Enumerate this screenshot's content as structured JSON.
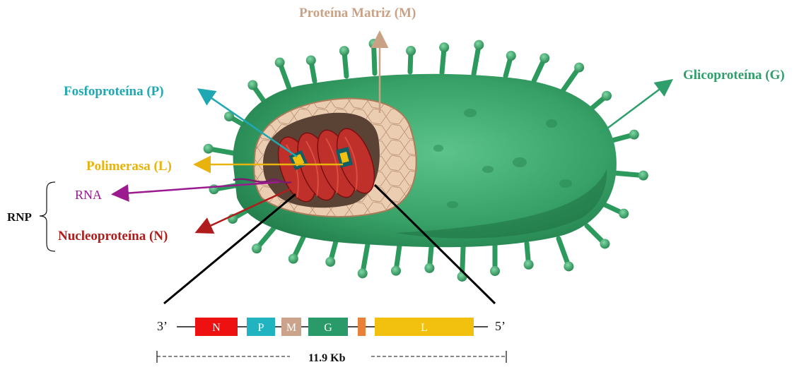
{
  "labels": {
    "matrix": "Proteína Matriz (M)",
    "glycoprotein": "Glicoproteína (G)",
    "phosphoprotein": "Fosfoproteína (P)",
    "polymerase": "Polimerasa (L)",
    "rna": "RNA",
    "nucleoprotein": "Nucleoproteína (N)",
    "rnp": "RNP"
  },
  "colors": {
    "matrix": "#c9a285",
    "glycoprotein": "#2e9e6a",
    "phosphoprotein": "#1fa8b3",
    "polymerase": "#e8b30c",
    "rna": "#9b1a8f",
    "nucleoprotein": "#b01c1c",
    "rnp": "#111111",
    "virus_body": "#3fae6e",
    "virus_dark": "#1e7a45",
    "matrix_layer": "#ebcdb2"
  },
  "genome": {
    "left_end": "3’",
    "right_end": "5’",
    "length_label": "11.9 Kb",
    "genes": [
      {
        "name": "N",
        "color": "#ee1111"
      },
      {
        "name": "P",
        "color": "#22b3c0"
      },
      {
        "name": "M",
        "color": "#caa38a"
      },
      {
        "name": "G",
        "color": "#2a9a6a"
      },
      {
        "name": "",
        "color": "#e8813a"
      },
      {
        "name": "L",
        "color": "#f2c110"
      }
    ]
  }
}
